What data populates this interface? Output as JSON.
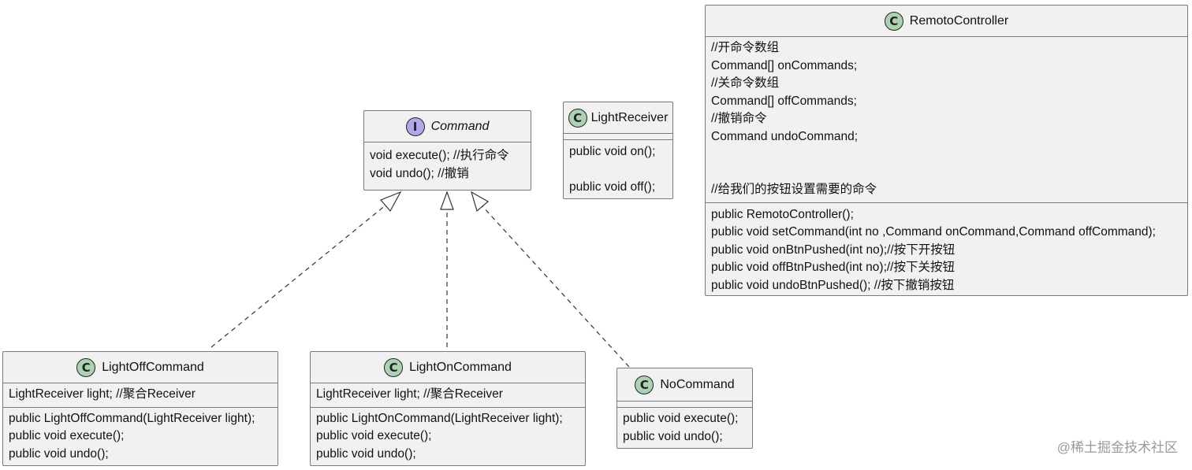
{
  "classes": {
    "command": {
      "stereotype": "I",
      "name": "Command",
      "methods": [
        "void execute(); //执行命令",
        "void undo(); //撤销"
      ]
    },
    "light_receiver": {
      "stereotype": "C",
      "name": "LightReceiver",
      "methods": [
        "public void on();",
        "public void off();"
      ]
    },
    "remoto_controller": {
      "stereotype": "C",
      "name": "RemotoController",
      "fields": [
        "//开命令数组",
        "Command[] onCommands;",
        "//关命令数组",
        "Command[] offCommands;",
        "//撤销命令",
        "Command undoCommand;",
        "//给我们的按钮设置需要的命令"
      ],
      "methods": [
        "public RemotoController();",
        "public void setCommand(int no ,Command onCommand,Command offCommand);",
        "public void onBtnPushed(int no);//按下开按钮",
        "public void offBtnPushed(int no);//按下关按钮",
        "public void undoBtnPushed(); //按下撤销按钮"
      ]
    },
    "light_off_command": {
      "stereotype": "C",
      "name": "LightOffCommand",
      "fields": [
        "LightReceiver light; //聚合Receiver"
      ],
      "methods": [
        "public LightOffCommand(LightReceiver light);",
        "public void execute();",
        "public void undo();"
      ]
    },
    "light_on_command": {
      "stereotype": "C",
      "name": "LightOnCommand",
      "fields": [
        "LightReceiver light; //聚合Receiver"
      ],
      "methods": [
        "public LightOnCommand(LightReceiver light);",
        "public void execute();",
        "public void undo();"
      ]
    },
    "no_command": {
      "stereotype": "C",
      "name": "NoCommand",
      "methods": [
        "public void execute();",
        "public void undo();"
      ]
    }
  },
  "relations": [
    {
      "from": "LightOffCommand",
      "to": "Command",
      "type": "realization"
    },
    {
      "from": "LightOnCommand",
      "to": "Command",
      "type": "realization"
    },
    {
      "from": "NoCommand",
      "to": "Command",
      "type": "realization"
    }
  ],
  "watermark": "@稀土掘金技术社区"
}
